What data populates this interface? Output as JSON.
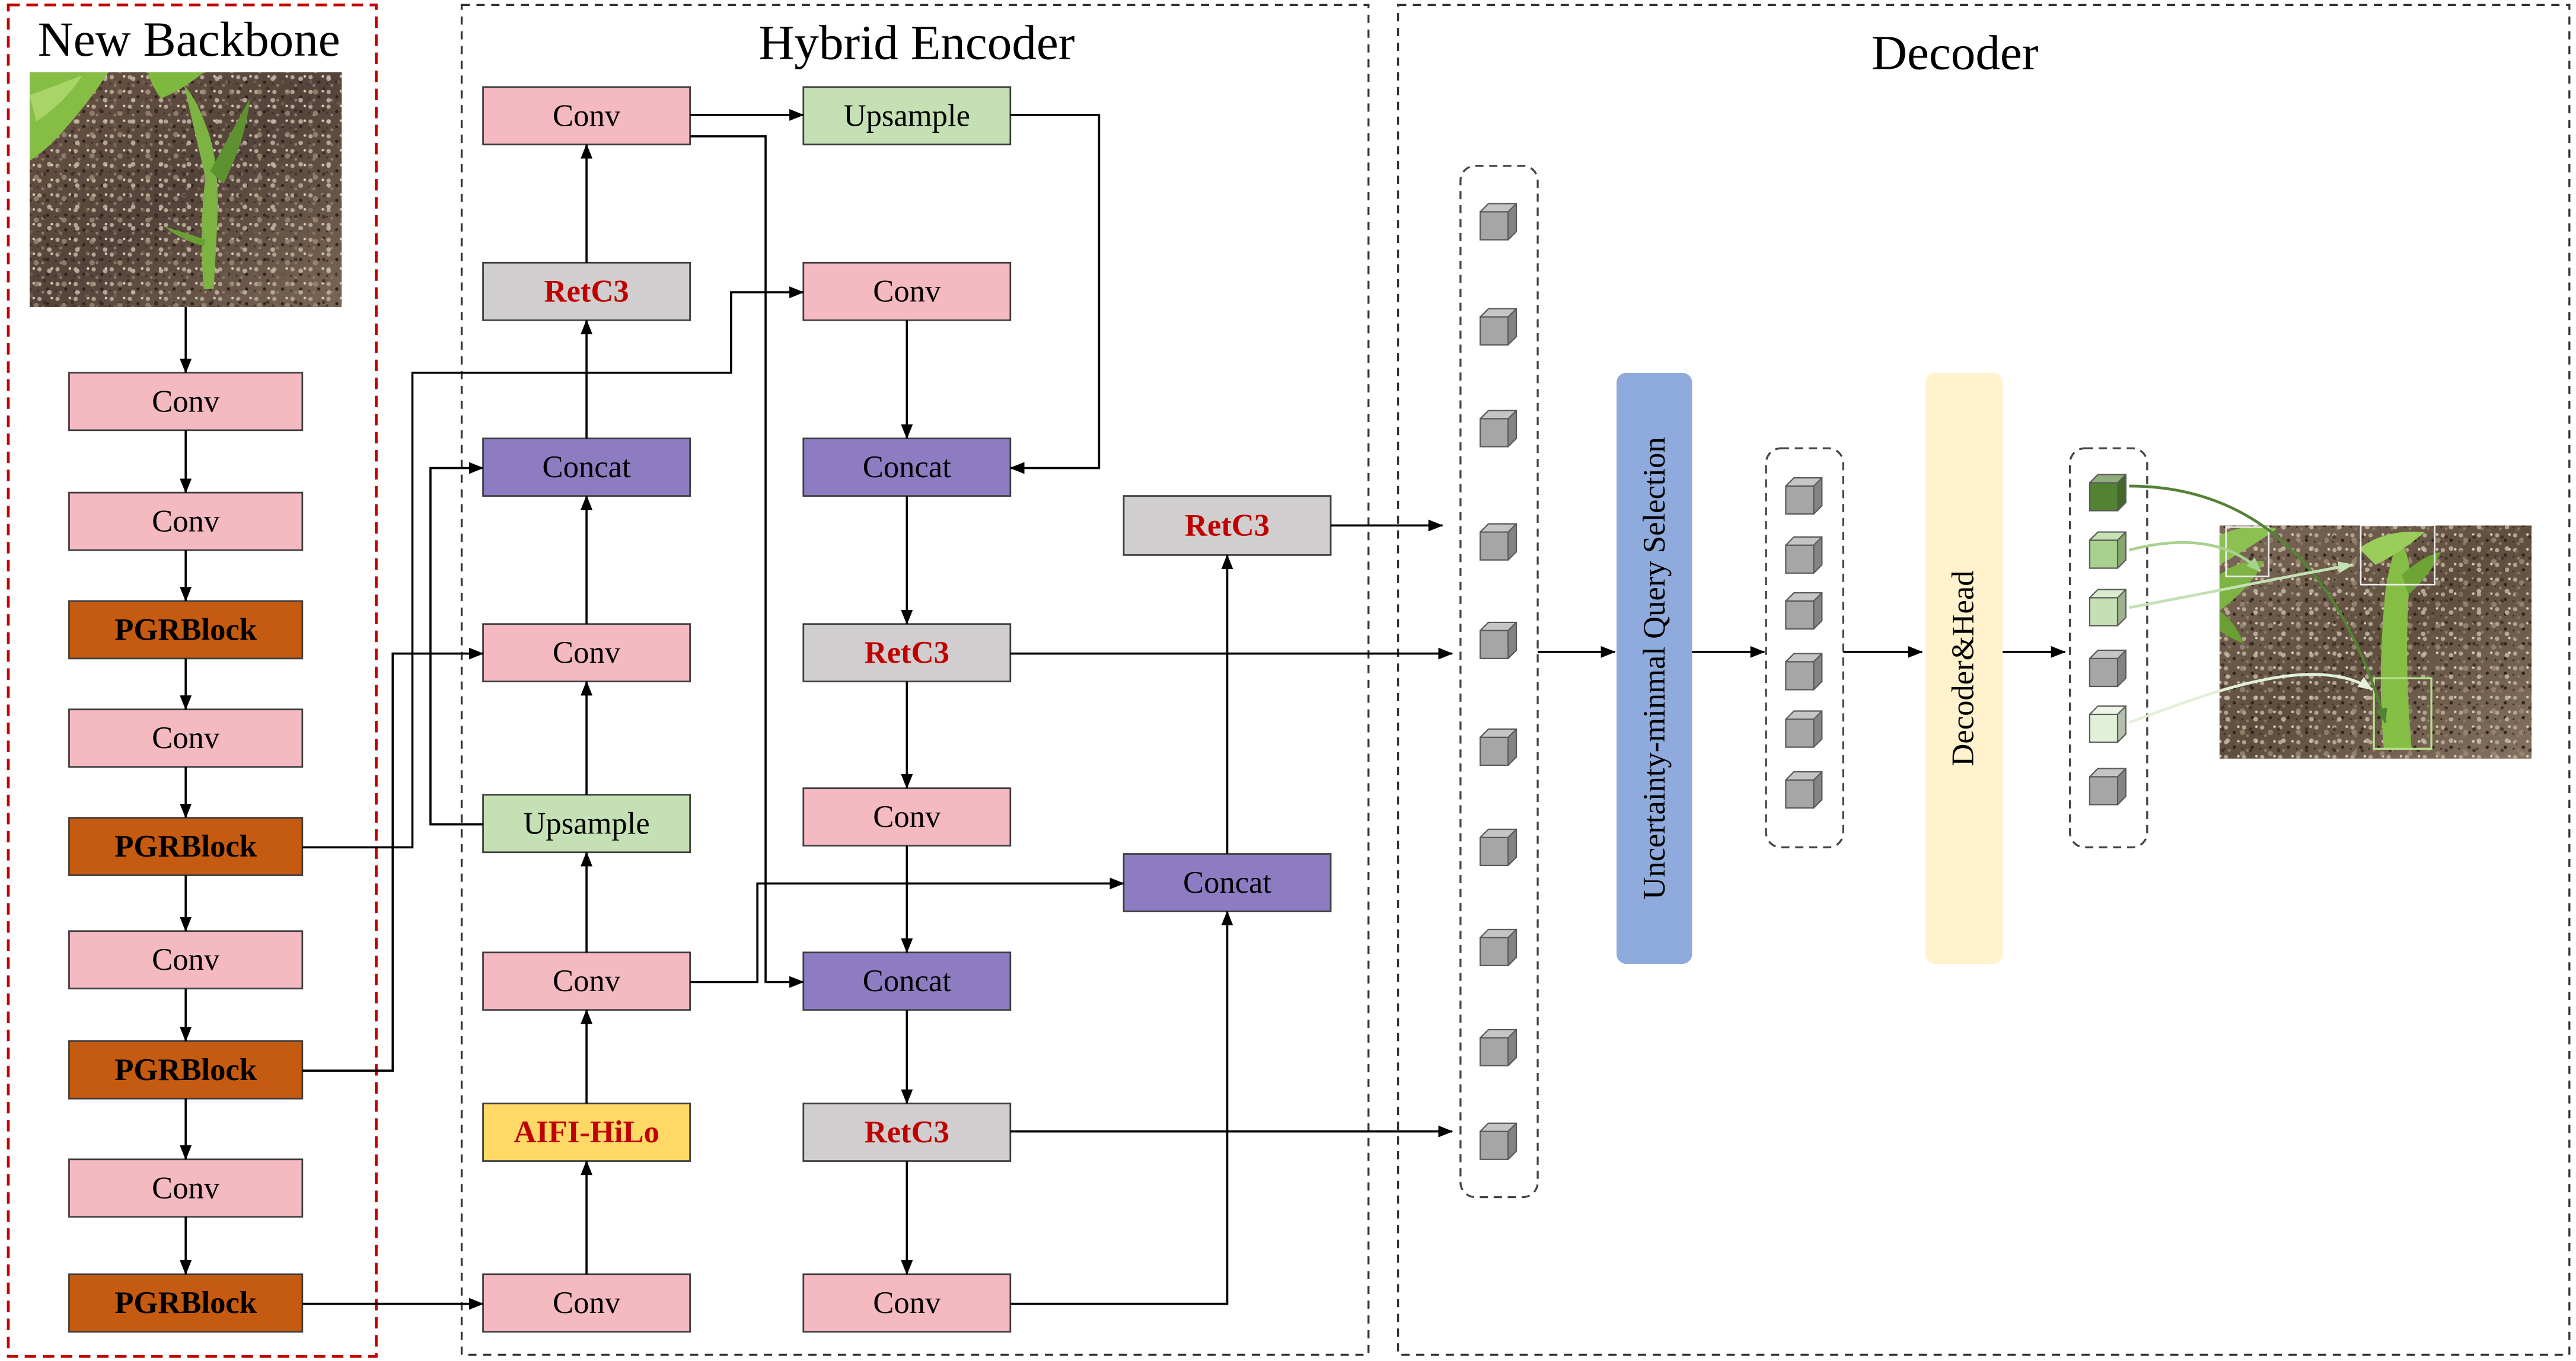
{
  "backbone": {
    "title": "New Backbone",
    "blocks": [
      "Conv",
      "Conv",
      "PGRBlock",
      "Conv",
      "PGRBlock",
      "Conv",
      "PGRBlock",
      "Conv",
      "PGRBlock"
    ]
  },
  "encoder": {
    "title": "Hybrid Encoder",
    "left_column": [
      "Conv",
      "RetC3",
      "Concat",
      "Conv",
      "Upsample",
      "Conv",
      "AIFI-HiLo",
      "Conv"
    ],
    "middle_column": [
      "Upsample",
      "Conv",
      "Concat",
      "RetC3",
      "Conv",
      "Concat",
      "RetC3",
      "Conv"
    ],
    "right_column": [
      "RetC3",
      "Concat"
    ]
  },
  "decoder": {
    "title": "Decoder",
    "query_selection": "Uncertainty-minmal Query Selection",
    "head": "Decoder&Head"
  },
  "colors": {
    "conv": "#F4B9C1",
    "pgrblock": "#C55A11",
    "retc3": "#D0CECE",
    "concat": "#8E7CC3",
    "upsample": "#C5E0B4",
    "aifi": "#FFD966",
    "highlight_text": "#C00000",
    "backbone_border": "#C00000",
    "query_selection": "#8FAADC",
    "decoder_head": "#FFF2CC",
    "token": "#A6A6A6",
    "query_strong": "#548235",
    "query_medium": "#A9D18E",
    "query_light": "#C5E0B4",
    "query_faint": "#E2F0D9"
  }
}
